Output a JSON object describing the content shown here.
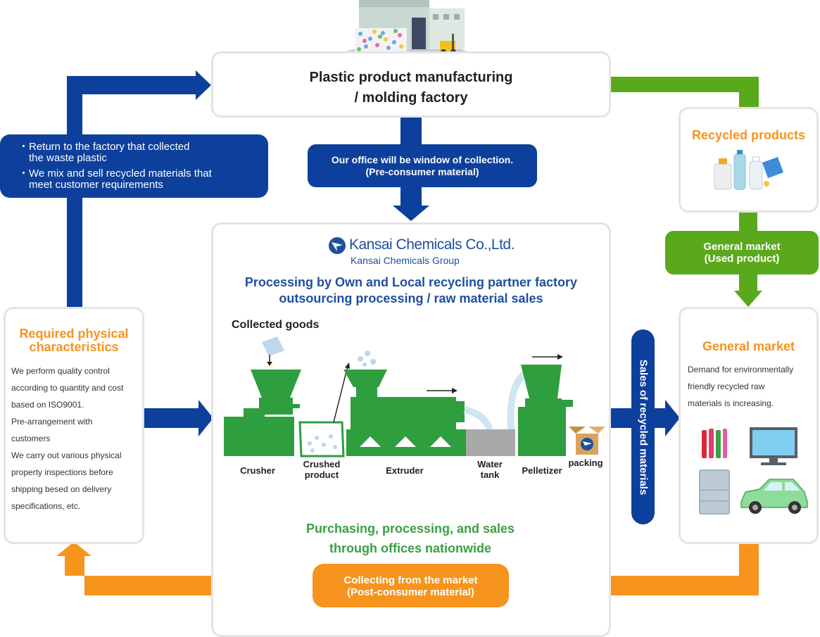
{
  "factory_box": {
    "line1": "Plastic product manufacturing",
    "line2": "/ molding factory"
  },
  "return_note": {
    "item1_line1": "・Return to the factory that collected",
    "item1_line2": "the waste plastic",
    "item2_line1": "・We mix and sell recycled materials that",
    "item2_line2": "meet customer requirements"
  },
  "office_window": {
    "line1": "Our office will be window of collection.",
    "line2": "(Pre-consumer material)"
  },
  "recycled_products": {
    "title": "Recycled products"
  },
  "general_market_used": {
    "line1": "General market",
    "line2": "(Used product)"
  },
  "company": {
    "name": "Kansai Chemicals Co.,Ltd.",
    "group": "Kansai Chemicals Group"
  },
  "processing": {
    "line1": "Processing by Own and Local recycling partner factory",
    "line2": "outsourcing processing / raw material sales"
  },
  "collected_goods": "Collected goods",
  "machines": {
    "crusher": "Crusher",
    "crushed_line1": "Crushed",
    "crushed_line2": "product",
    "extruder": "Extruder",
    "water_line1": "Water",
    "water_line2": "tank",
    "pelletizer": "Pelletizer",
    "packing": "packing"
  },
  "purchasing": {
    "line1": "Purchasing, processing, and sales",
    "line2": "through offices nationwide"
  },
  "sales_vertical": "Sales of recycled materials",
  "required": {
    "title_line1": "Required physical",
    "title_line2": "characteristics",
    "lines": [
      "We perform quality control",
      "according to quantity and cost",
      "based on ISO9001.",
      "Pre-arrangement with",
      "customers",
      "We carry out various physical",
      "property inspections before",
      "shipping besed on delivery",
      "specifications, etc."
    ]
  },
  "general_market": {
    "title": "General market",
    "lines": [
      "Demand for environmentally",
      "friendly recycled raw",
      "materials is increasing."
    ]
  },
  "collecting": {
    "line1": "Collecting from the market",
    "line2": "(Post-consumer material)"
  },
  "colors": {
    "blue": "#0d3f9c",
    "green": "#5aa91c",
    "orange": "#f7941d",
    "machine_green": "#2e9e3f",
    "title_orange": "#f7931e",
    "company_blue": "#1e4fa0"
  },
  "icons": [
    "factory-illustration",
    "bottles-icon",
    "pens-icon",
    "monitor-icon",
    "fridge-icon",
    "car-icon",
    "company-logo-icon"
  ]
}
